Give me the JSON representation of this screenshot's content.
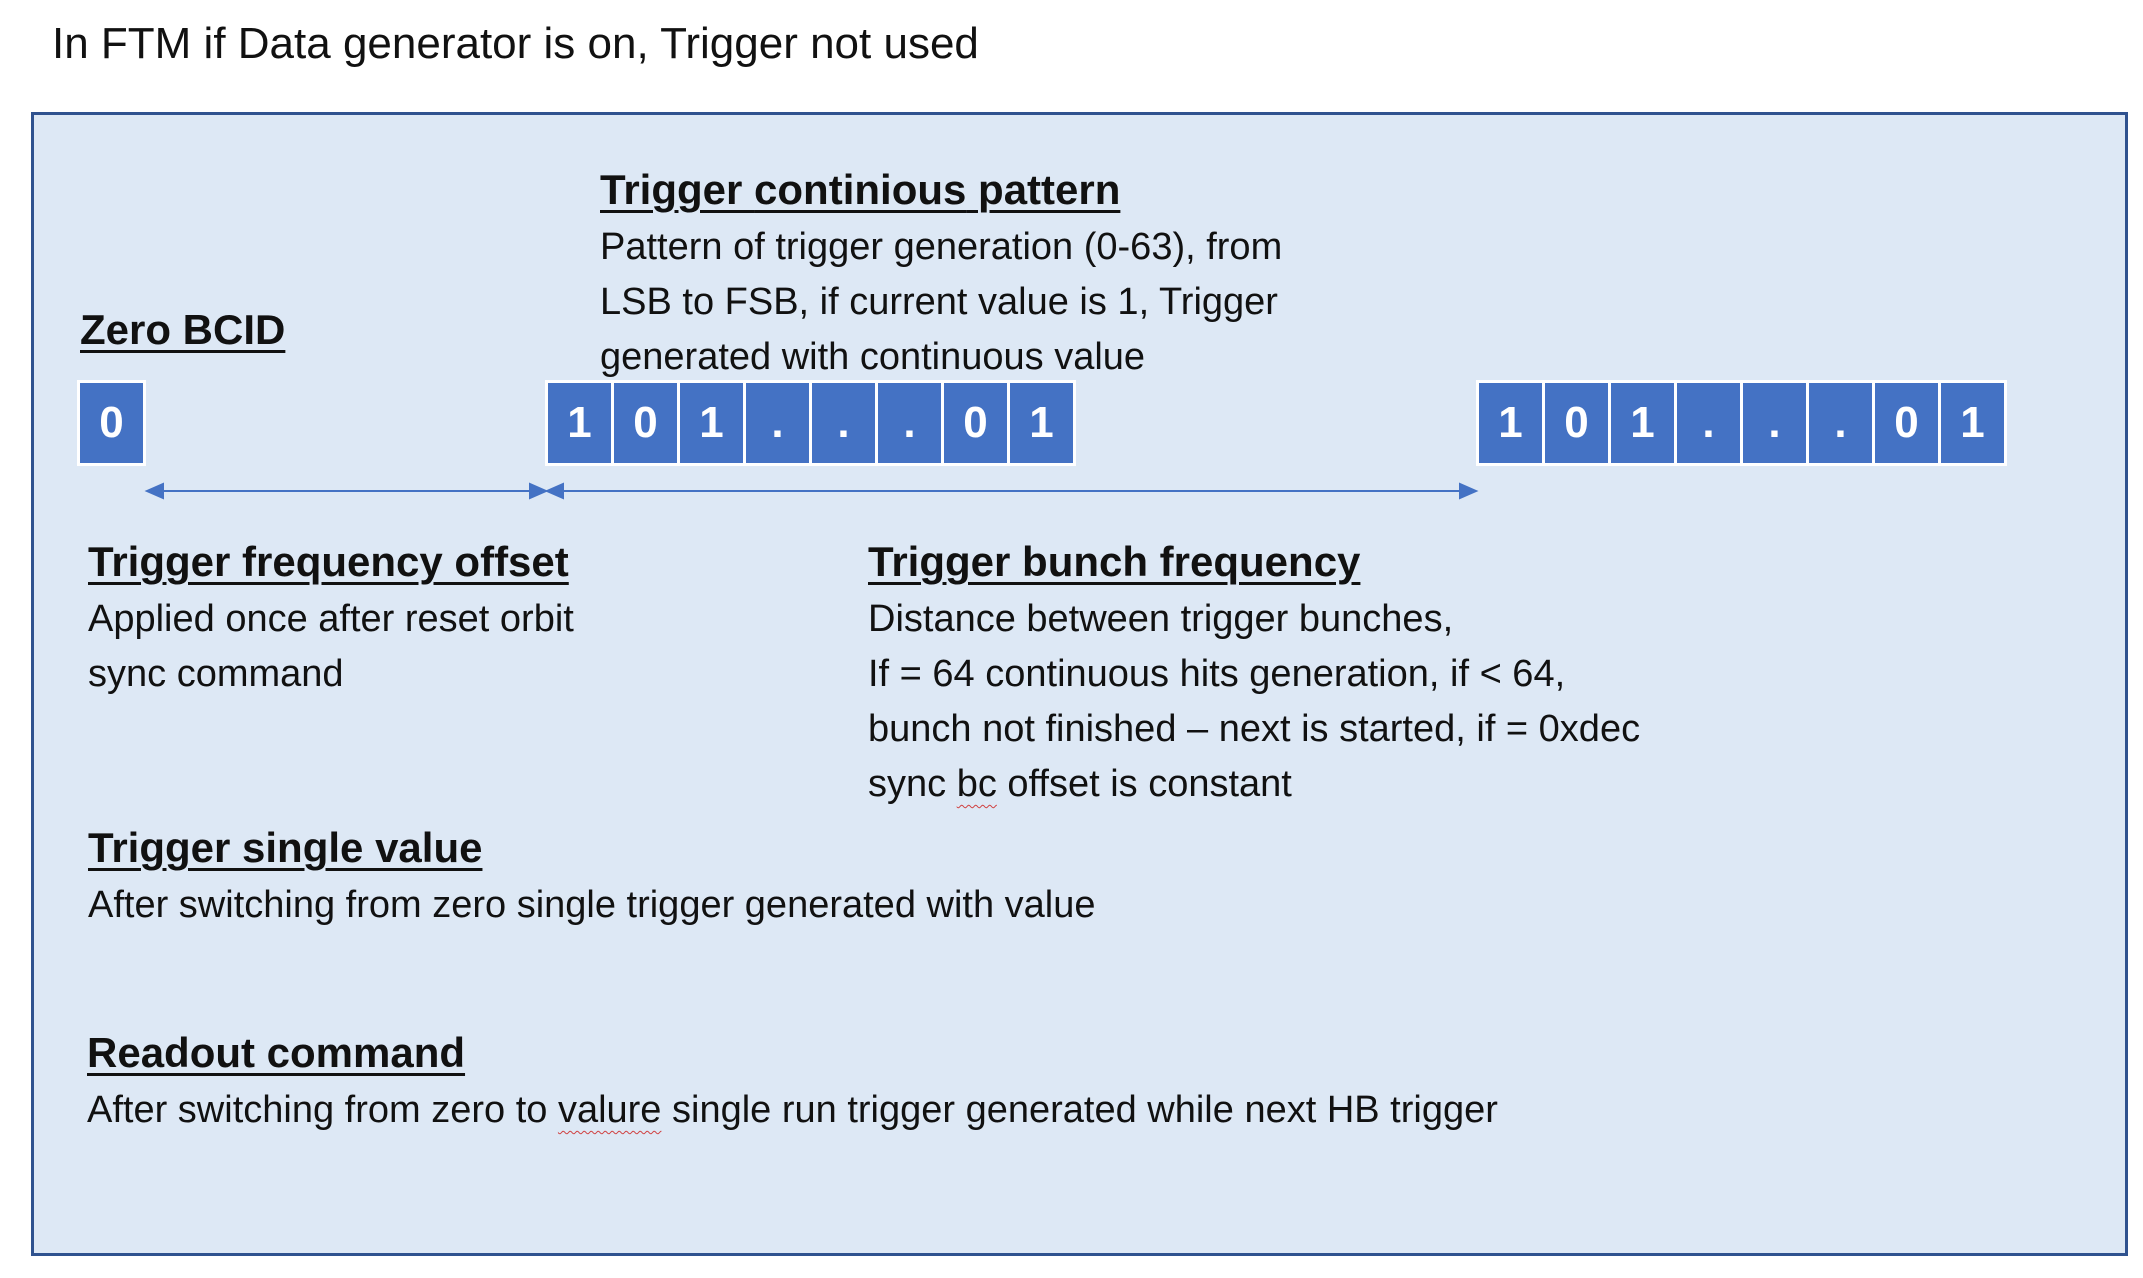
{
  "title": "In FTM if Data generator is on, Trigger not used",
  "zero_bcid": {
    "heading": "Zero BCID",
    "cell": "0"
  },
  "pattern_cells": [
    "1",
    "0",
    "1",
    ".",
    ".",
    ".",
    "0",
    "1"
  ],
  "trigger_continuous_pattern": {
    "heading_part1": "Trigger ",
    "heading_part2": "continious",
    "heading_part3": " pattern",
    "body": "Pattern of trigger generation (0-63), from\nLSB to FSB, if current value is 1, Trigger\ngenerated with continuous value"
  },
  "trigger_frequency_offset": {
    "heading": "Trigger frequency offset",
    "body": "Applied once after reset orbit\nsync command"
  },
  "trigger_bunch_frequency": {
    "heading": "Trigger bunch frequency",
    "body_main": "Distance between trigger bunches,\nIf = 64 continuous hits generation, if < 64,\nbunch not finished – next is started, if = 0xdec\n",
    "body_last_pre": "sync ",
    "body_last_wavy": "bc",
    "body_last_post": " offset is constant"
  },
  "trigger_single_value": {
    "heading": "Trigger single value",
    "body": "After switching from zero single trigger generated with value"
  },
  "readout_command": {
    "heading": "Readout command",
    "body_pre": "After switching from zero to ",
    "body_wavy": "valure",
    "body_post": " single run trigger generated while next HB trigger"
  },
  "colors": {
    "panel_fill": "#dde8f5",
    "panel_border": "#2f528f",
    "cell_fill": "#4472c4",
    "arrow": "#4472c4"
  }
}
